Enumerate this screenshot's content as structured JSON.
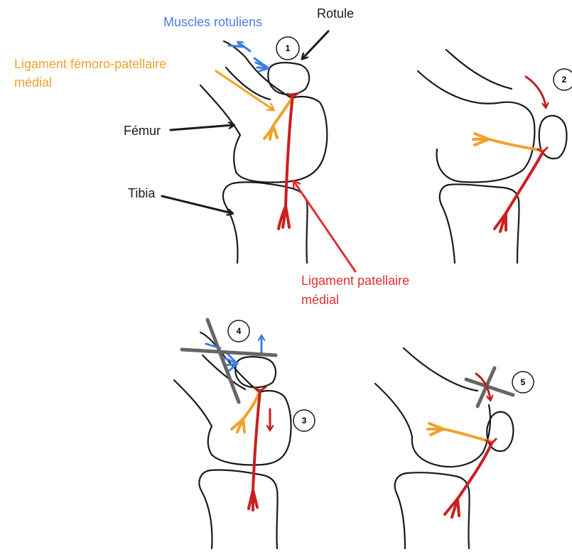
{
  "labels": {
    "muscles": "Muscles rotuliens",
    "rotule": "Rotule",
    "mpfl_line1": "Ligament fémoro-patellaire",
    "mpfl_line2": "médial",
    "femur": "Fémur",
    "tibia": "Tibia",
    "patellar_line1": "Ligament patellaire",
    "patellar_line2": "médial"
  },
  "steps": [
    "1",
    "2",
    "3",
    "4",
    "5"
  ],
  "colors": {
    "muscle": "#3d7fe0",
    "mpfl": "#f0a12a",
    "patellar": "#d42a2a",
    "bone": "#1a1a1a",
    "cross": "#6b6b6b"
  }
}
